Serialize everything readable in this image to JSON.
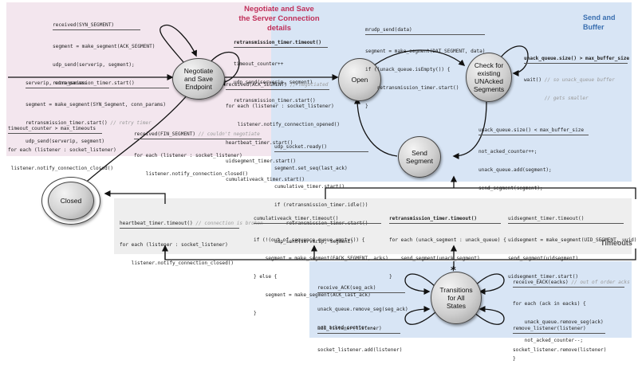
{
  "panels": {
    "negotiate_title": [
      "Negotiate and Save",
      "the Server Connection details"
    ],
    "send_title": [
      "Send and",
      "Buffer"
    ],
    "timeouts_title": "Timeouts"
  },
  "states": {
    "negotiate": [
      "Negotiate",
      "and Save",
      "Endpoint"
    ],
    "open": "Open",
    "check": [
      "Check for",
      "existing",
      "UNAcked",
      "Segments"
    ],
    "send": [
      "Send",
      "Segment"
    ],
    "closed": "Closed",
    "transitions": [
      "Transitions",
      "for All",
      "States"
    ],
    "star": "*"
  },
  "blocks": {
    "syn": {
      "header": "received(SYN_SEGMENT)",
      "lines": [
        "segment = make_segment(ACK_SEGMENT)",
        "udp_send(serverip, segment);",
        "retransmission_timer.start()"
      ]
    },
    "retx1": {
      "header": "retransmission_timer.timeout()",
      "lines": [
        "timeout_counter++",
        "udp_send(serverip, segment)",
        "retransmission_timer.start()"
      ]
    },
    "serverip": {
      "header": "serverip, conn_params",
      "lines": [
        "segment = make_segment(SYN_Segment, conn_params)",
        "retransmission_timer.start() // retry timer",
        "udp_send(serverip, segment)"
      ]
    },
    "ack_neg": {
      "header": "received(ACK_SEGMENT) // negotiated",
      "lines": [
        "for each (listener : socket_listener)",
        "    listener.notify_connection_opened()",
        "heartbeat_timer.start()",
        "uidsegment_timer.start()",
        "cumulativeack_timer.start()"
      ]
    },
    "tcount": {
      "header": "timeout_counter > max_timeouts",
      "lines": [
        "for each (listener : socket_listener)",
        " listener.notify_connection_closed()"
      ]
    },
    "fin": {
      "header": "received(FIN_SEGMENT) // couldn't negotiate",
      "lines": [
        "for each (listener : socket_listener)",
        "    listener.notify_connection_closed()"
      ]
    },
    "mrudp": {
      "header": "mrudp_send(data)",
      "lines": [
        "segment = make_segment(DAT_SEGMENT, data)",
        "if ((unack_queue.isEmpty()) {",
        "    retransmission_timer.start()",
        "}"
      ]
    },
    "unack_max": {
      "header": "unack_queue.size() > max_buffer_size",
      "lines": [
        "wait() // so unack_queue buffer",
        "       // gets smaller"
      ]
    },
    "unack_lt": {
      "header": "unack_queue.size() < max_buffer_size",
      "lines": [
        "not_acked_counter++;",
        "unack_queue.add(segment);",
        "send_segment(segment);"
      ]
    },
    "ready": {
      "header": "udp_socket.ready()",
      "lines": [
        "segment.set_seq(last_ack)",
        "cumulative_timer.start()",
        "if (retransmission_timer.idle())",
        "    retransmission_timer.start()",
        "udp_send(serverip, segment)"
      ]
    },
    "heartbeat": {
      "header": "heartbeat_timer.timeout() // connection is broken",
      "lines": [
        "for each (listener : socket_listener)",
        "    listener.notify_connection_closed()"
      ]
    },
    "cumack": {
      "header": "cumulativeack_timer.timeout()",
      "lines": [
        "if (!(out_of_sequence_queue.empty()) {",
        "    segment = make_segment(EACK_SEGMENT, acks)",
        "} else {",
        "    segment = make_segment(ACK_last_ack)",
        "}"
      ]
    },
    "retx2": {
      "header": "retransmission_timer.timeout()",
      "lines": [
        "for each (unack_segment : unack_queue) {",
        "    send_segment(unack_segment)",
        "}"
      ]
    },
    "uid": {
      "header": "uidsegment_timer.timeout()",
      "lines": [
        "uidsegment = make_segment(UID_SEGMENT, uuid)",
        "send_segment(uidsegment)",
        "uidsegment_timer.start()"
      ]
    },
    "rack": {
      "header": "receive_ACK(seg_ack)",
      "lines": [
        "unack_queue.remove_seg(seg_ack)",
        "not_acked_counter--;"
      ]
    },
    "reack": {
      "header": "receive_EACK(eacks) // out of order acks",
      "lines": [
        "for each (ack in eacks) {",
        "    unack_queue.remove_seg(ack)",
        "    not_acked_counter--;",
        "}"
      ]
    },
    "addl": {
      "header": "add_listener(listener)",
      "lines": [
        "socket_listener.add(listener)"
      ]
    },
    "reml": {
      "header": "remove_listener(listener)",
      "lines": [
        "socket_listener.remove(listener)"
      ]
    }
  }
}
